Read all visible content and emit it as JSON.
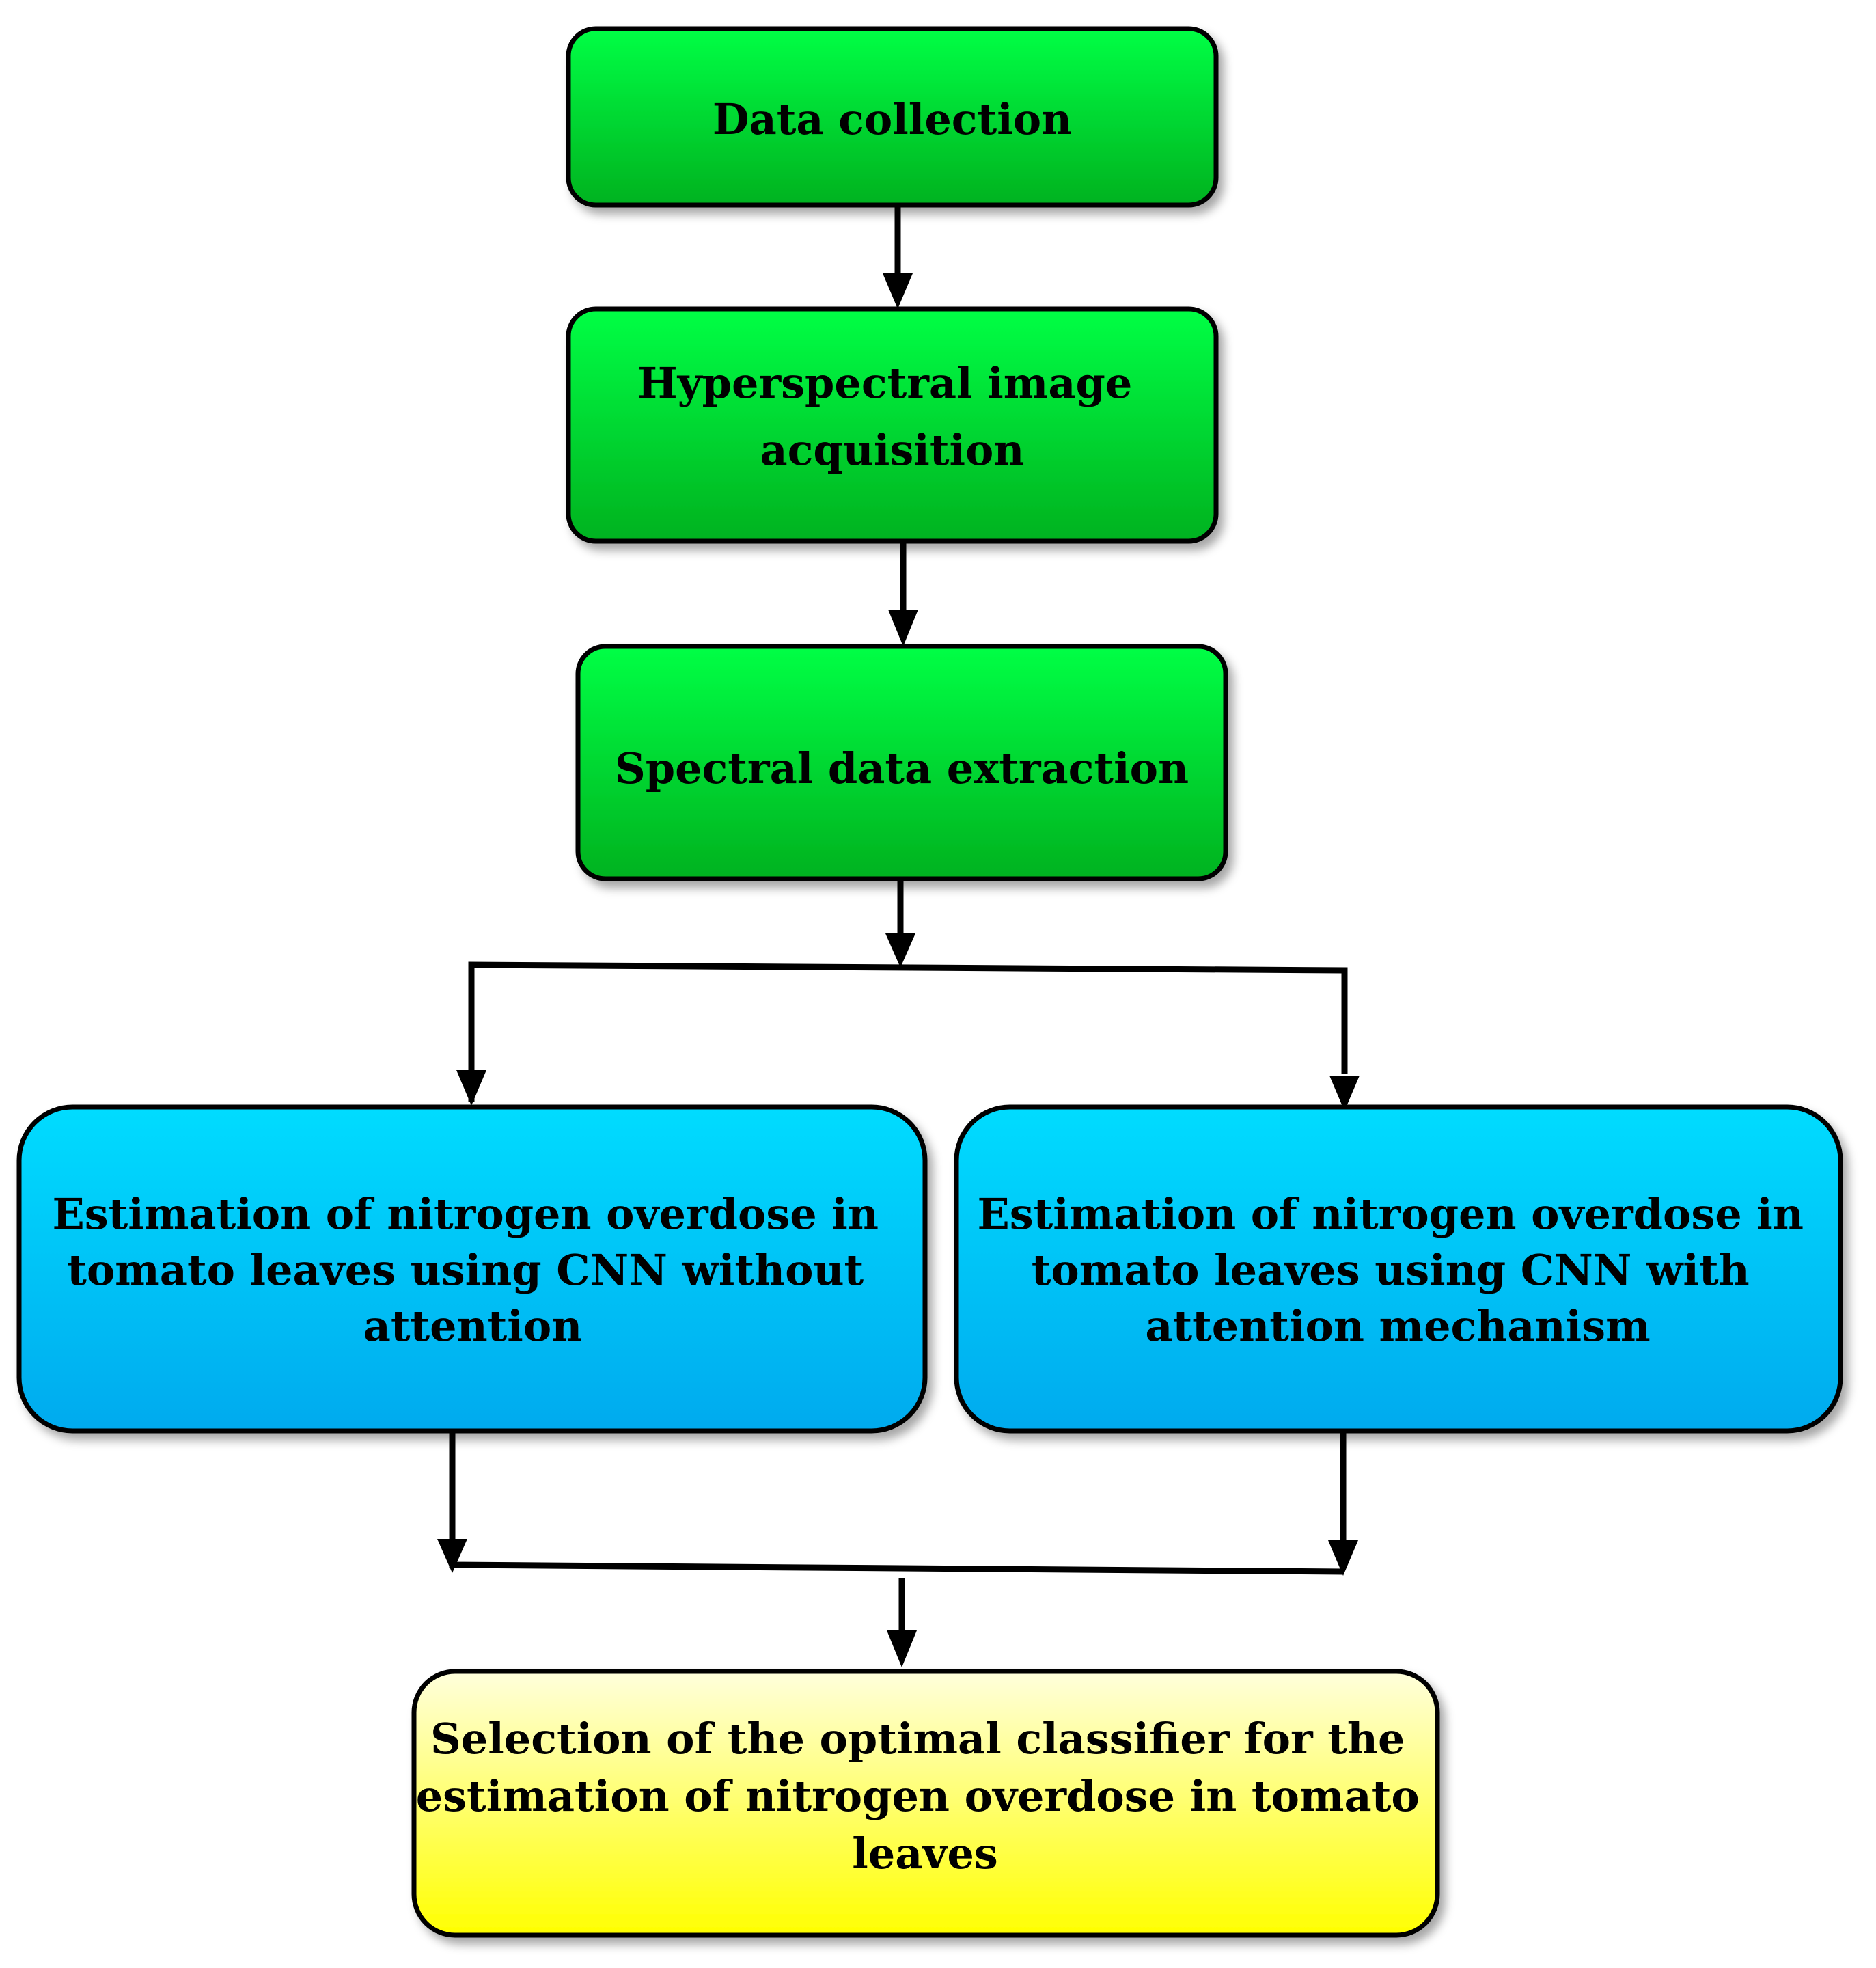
{
  "diagram": {
    "nodes": [
      {
        "id": "data_collection",
        "lines": [
          "Data collection"
        ],
        "color": "green"
      },
      {
        "id": "hyperspectral",
        "lines": [
          "Hyperspectral image",
          "acquisition"
        ],
        "color": "green"
      },
      {
        "id": "spectral_extraction",
        "lines": [
          "Spectral data extraction"
        ],
        "color": "green"
      },
      {
        "id": "cnn_without_attention",
        "lines": [
          "Estimation of nitrogen overdose in",
          "tomato leaves using CNN without",
          "attention"
        ],
        "color": "blue"
      },
      {
        "id": "cnn_with_attention",
        "lines": [
          "Estimation of nitrogen overdose in",
          "tomato leaves using CNN with",
          "attention mechanism"
        ],
        "color": "blue"
      },
      {
        "id": "optimal_classifier",
        "lines": [
          "Selection of the optimal classifier for the",
          "estimation of nitrogen overdose in tomato",
          "leaves"
        ],
        "color": "yellow"
      }
    ],
    "edges": [
      {
        "from": "data_collection",
        "to": "hyperspectral"
      },
      {
        "from": "hyperspectral",
        "to": "spectral_extraction"
      },
      {
        "from": "spectral_extraction",
        "to": "cnn_without_attention"
      },
      {
        "from": "spectral_extraction",
        "to": "cnn_with_attention"
      },
      {
        "from": "cnn_without_attention",
        "to": "optimal_classifier"
      },
      {
        "from": "cnn_with_attention",
        "to": "optimal_classifier"
      }
    ],
    "colors": {
      "green_top": "#05ff45",
      "green_bottom": "#04b21f",
      "blue_top": "#00dcff",
      "blue_bottom": "#00aaee",
      "yellow_top": "#ffffdc",
      "yellow_bottom": "#ffff00",
      "stroke": "#000000"
    }
  }
}
